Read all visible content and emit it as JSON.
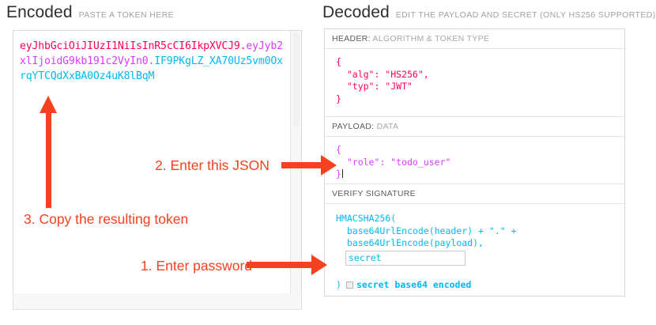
{
  "encoded": {
    "title": "Encoded",
    "subtitle": "PASTE A TOKEN HERE",
    "token": {
      "header_part": "eyJhbGciOiJIUzI1NiIsInR5cCI6IkpXVCJ9",
      "dot1": ".",
      "payload_part": "eyJyb2xlIjoidG9kb191c2VyIn0",
      "dot2": ".",
      "signature_part": "IF9PKgLZ_XA70Uz5vm0OxrqYTCQdXxBA0Oz4uK8lBqM",
      "full": "eyJhbGciOiJIUzI1NiIsInR5cCI6IkpXVCJ9.eyJyb2xlIjoidG9kb191c2VyIn0.IF9PKgLZ_XA70Uz5vm0OxrqYTCQdXxBA0Oz4uK8lBqM"
    },
    "colors": {
      "header": "#fb015b",
      "payload": "#d63aff",
      "signature": "#00b9f1"
    }
  },
  "decoded": {
    "title": "Decoded",
    "subtitle": "EDIT THE PAYLOAD AND SECRET (ONLY HS256 SUPPORTED)",
    "sections": {
      "header": {
        "label_bold": "HEADER:",
        "label_dim": " ALGORITHM & TOKEN TYPE",
        "body": "{\n  \"alg\": \"HS256\",\n  \"typ\": \"JWT\"\n}"
      },
      "payload": {
        "label_bold": "PAYLOAD:",
        "label_dim": " DATA",
        "body": "{\n  \"role\": \"todo_user\"\n}"
      },
      "signature": {
        "label_bold": "VERIFY SIGNATURE",
        "label_dim": "",
        "line1": "HMACSHA256(",
        "line2": "  base64UrlEncode(header) + \".\" +",
        "line3": "  base64UrlEncode(payload),",
        "secret_value": "secret",
        "close_paren": ")",
        "base64_label": "secret base64 encoded",
        "base64_checked": false
      }
    }
  },
  "annotations": [
    {
      "id": "anno-1",
      "text": "1. Enter password"
    },
    {
      "id": "anno-2",
      "text": "2. Enter this JSON"
    },
    {
      "id": "anno-3",
      "text": "3. Copy the resulting token"
    }
  ],
  "annotation_color": "#f5411f"
}
